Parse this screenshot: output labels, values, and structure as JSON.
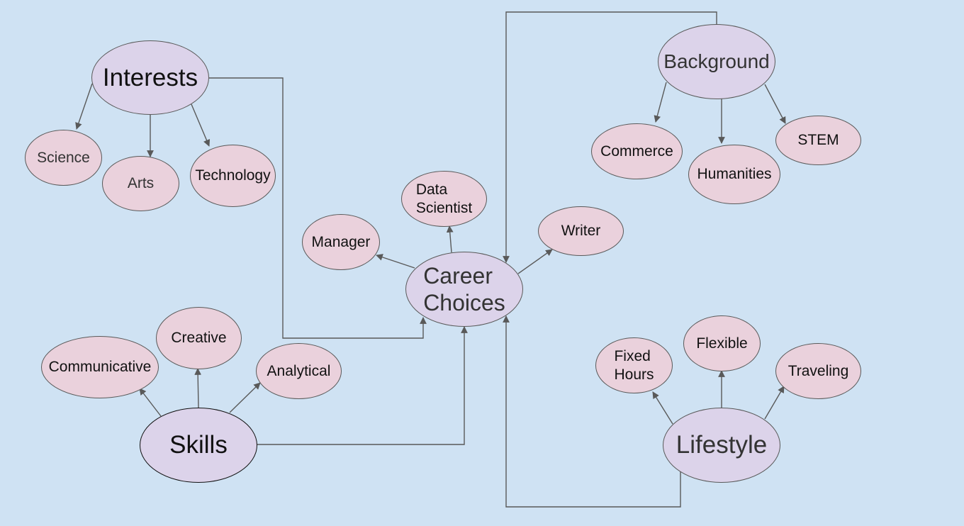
{
  "colors": {
    "background": "#cfe2f3",
    "main_node_fill": "#dcd3ea",
    "sub_node_fill": "#ead1dc",
    "stroke": "#595959"
  },
  "nodes": {
    "interests": "Interests",
    "science": "Science",
    "arts": "Arts",
    "technology": "Technology",
    "career_choices": "Career\nChoices",
    "manager": "Manager",
    "data_scientist": "Data\nScientist",
    "writer": "Writer",
    "background": "Background",
    "commerce": "Commerce",
    "humanities": "Humanities",
    "stem": "STEM",
    "skills": "Skills",
    "communicative": "Communicative",
    "creative": "Creative",
    "analytical": "Analytical",
    "lifestyle": "Lifestyle",
    "fixed_hours": "Fixed\nHours",
    "flexible": "Flexible",
    "traveling": "Traveling"
  }
}
